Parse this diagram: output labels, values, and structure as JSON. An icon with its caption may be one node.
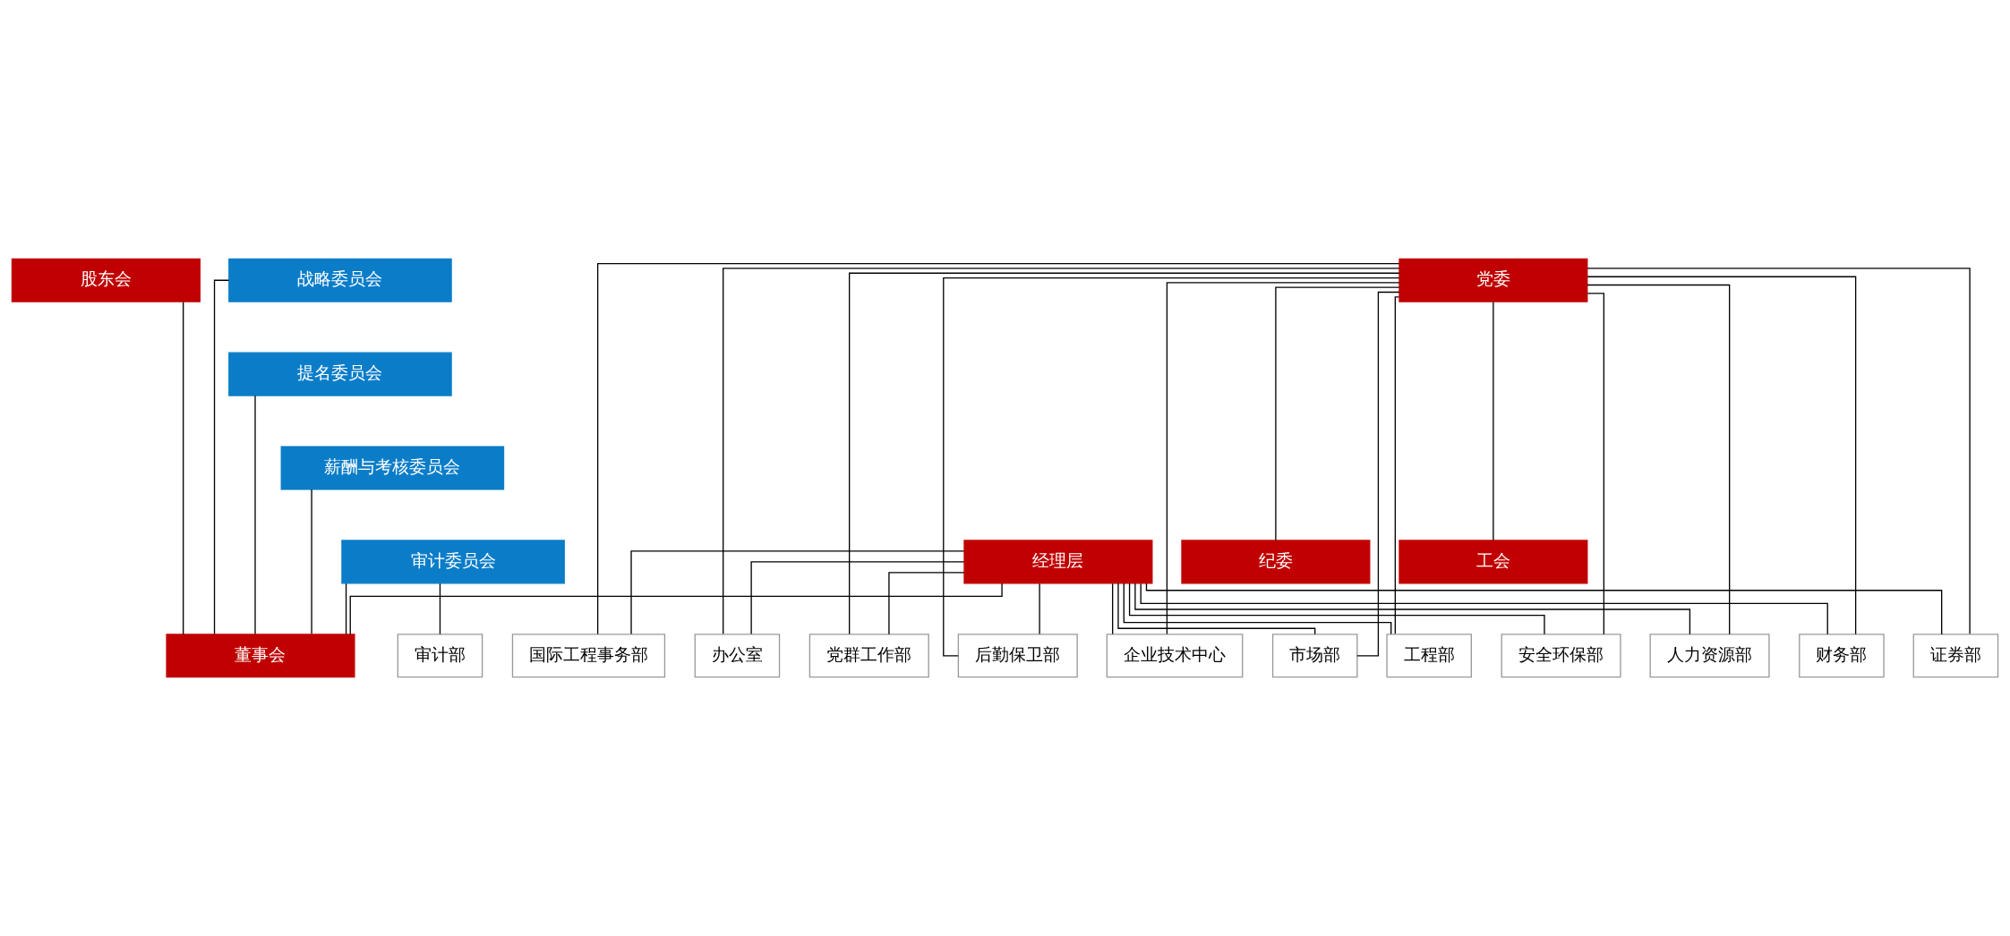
{
  "diagram": {
    "nodes": [
      {
        "text": [
          "战略委员会"
        ]
      },
      {
        "text": [
          "提名委员会"
        ]
      },
      {
        "text": [
          "薪酬与考核委员会"
        ]
      },
      {
        "text": [
          "审计委员会"
        ]
      },
      {
        "text": [
          "股东会"
        ]
      },
      {
        "text": [
          "董事会"
        ]
      },
      {
        "text": [
          "经理层"
        ]
      },
      {
        "text": [
          "党委"
        ]
      },
      {
        "text": [
          "纪委"
        ]
      },
      {
        "text": [
          "工会"
        ]
      },
      {
        "text": [
          "企业技术中心"
        ]
      },
      {
        "text": [
          "审计部"
        ]
      },
      {
        "text": [
          "市场部"
        ]
      },
      {
        "text": [
          "工程部"
        ]
      },
      {
        "text": [
          "安全环保部"
        ]
      },
      {
        "text": [
          "人力资源部"
        ]
      },
      {
        "text": [
          "财务部"
        ]
      },
      {
        "text": [
          "证券部"
        ]
      },
      {
        "text": [
          "国际工程事务部"
        ]
      },
      {
        "text": [
          "办公室"
        ]
      },
      {
        "text": [
          "党群工作部"
        ]
      },
      {
        "text": [
          "后勤保卫部"
        ]
      }
    ],
    "edges": [
      {
        "from": 0,
        "to": 5,
        "arrow": "none"
      },
      {
        "from": 1,
        "to": 5,
        "arrow": "none"
      },
      {
        "from": 2,
        "to": 5,
        "arrow": "none"
      },
      {
        "from": 3,
        "to": 5,
        "arrow": "none"
      },
      {
        "from": 4,
        "to": 5,
        "arrow": "none"
      },
      {
        "from": 5,
        "to": 6,
        "arrow": "none"
      },
      {
        "from": 7,
        "to": 8,
        "arrow": "none"
      },
      {
        "from": 7,
        "to": 9,
        "arrow": "none"
      },
      {
        "from": 3,
        "to": 11,
        "arrow": "none"
      },
      {
        "from": 6,
        "to": 10,
        "arrow": "none"
      },
      {
        "from": 7,
        "to": 10,
        "arrow": "none"
      },
      {
        "from": 6,
        "to": 12,
        "arrow": "none"
      },
      {
        "from": 7,
        "to": 12,
        "arrow": "none"
      },
      {
        "from": 6,
        "to": 13,
        "arrow": "none"
      },
      {
        "from": 7,
        "to": 13,
        "arrow": "none"
      },
      {
        "from": 6,
        "to": 14,
        "arrow": "none"
      },
      {
        "from": 7,
        "to": 14,
        "arrow": "none"
      },
      {
        "from": 6,
        "to": 15,
        "arrow": "none"
      },
      {
        "from": 7,
        "to": 15,
        "arrow": "none"
      },
      {
        "from": 6,
        "to": 16,
        "arrow": "none"
      },
      {
        "from": 7,
        "to": 16,
        "arrow": "none"
      },
      {
        "from": 6,
        "to": 17,
        "arrow": "none"
      },
      {
        "from": 7,
        "to": 17,
        "arrow": "none"
      },
      {
        "from": 6,
        "to": 18,
        "arrow": "none"
      },
      {
        "from": 7,
        "to": 18,
        "arrow": "none"
      },
      {
        "from": 6,
        "to": 19,
        "arrow": "none"
      },
      {
        "from": 7,
        "to": 19,
        "arrow": "none"
      },
      {
        "from": 6,
        "to": 20,
        "arrow": "none"
      },
      {
        "from": 7,
        "to": 20,
        "arrow": "none"
      },
      {
        "from": 6,
        "to": 21,
        "arrow": "none"
      },
      {
        "from": 7,
        "to": 21,
        "arrow": "none"
      }
    ]
  }
}
